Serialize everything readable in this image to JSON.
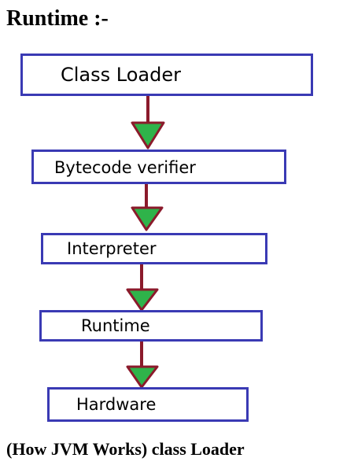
{
  "heading": "Runtime :-",
  "steps": [
    {
      "label": "Class Loader"
    },
    {
      "label": "Bytecode verifier"
    },
    {
      "label": "Interpreter"
    },
    {
      "label": "Runtime"
    },
    {
      "label": "Hardware"
    }
  ],
  "caption": "(How JVM Works) class Loader",
  "colors": {
    "box_border": "#3a3ab4",
    "connector_line": "#8b1a2b",
    "arrow_fill": "#2fb34a",
    "arrow_stroke": "#8b1a2b"
  }
}
